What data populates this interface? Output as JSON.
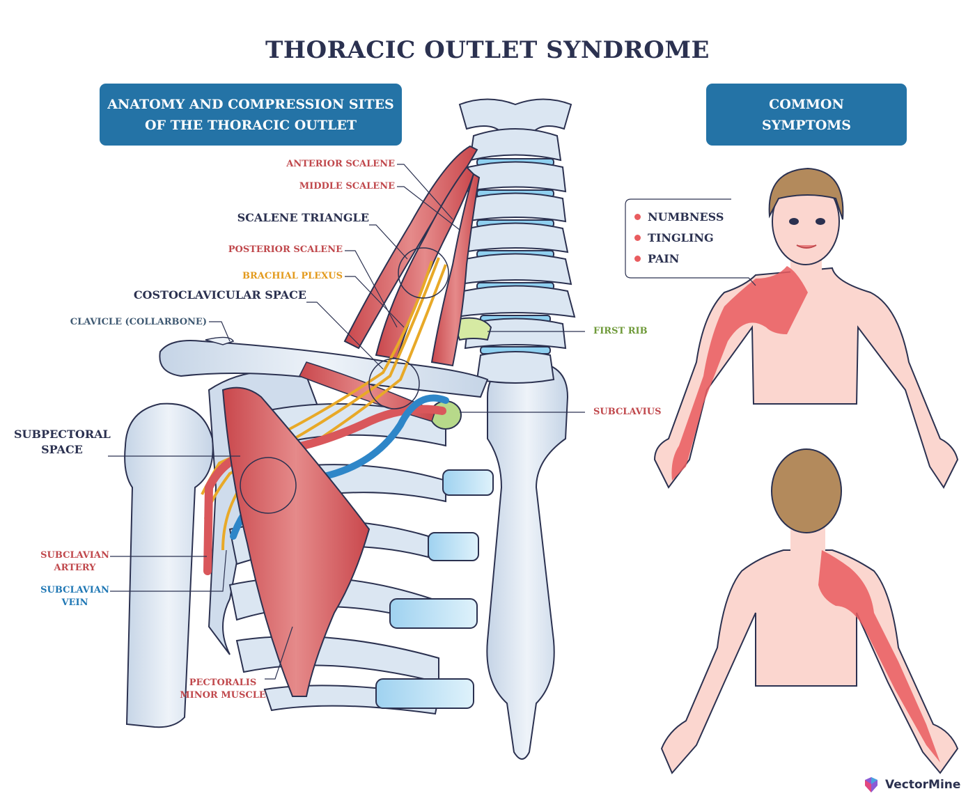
{
  "title": "THORACIC OUTLET SYNDROME",
  "banners": {
    "left": [
      "ANATOMY AND COMPRESSION SITES",
      "OF THE THORACIC OUTLET"
    ],
    "right": [
      "COMMON",
      "SYMPTOMS"
    ]
  },
  "labels": {
    "anterior_scalene": "ANTERIOR SCALENE",
    "middle_scalene": "MIDDLE SCALENE",
    "scalene_triangle": "SCALENE TRIANGLE",
    "posterior_scalene": "POSTERIOR SCALENE",
    "brachial_plexus": "BRACHIAL PLEXUS",
    "costoclavicular_space": "COSTOCLAVICULAR SPACE",
    "clavicle": "CLAVICLE (COLLARBONE)",
    "first_rib": "FIRST RIB",
    "subclavius": "SUBCLAVIUS",
    "subpectoral_space": [
      "SUBPECTORAL",
      "SPACE"
    ],
    "subclavian_artery": [
      "SUBCLAVIAN",
      "ARTERY"
    ],
    "subclavian_vein": [
      "SUBCLAVIAN",
      "VEIN"
    ],
    "pectoralis_minor": [
      "PECTORALIS",
      "MINOR MUSCLE"
    ]
  },
  "symptoms": [
    "NUMBNESS",
    "TINGLING",
    "PAIN"
  ],
  "colors": {
    "banner": "#2473a6",
    "title": "#2b3150",
    "muscle": "#d9575b",
    "nerve": "#f0b63c",
    "vein": "#2e86c8",
    "bone": "#dbe6f2",
    "skin": "#fbd6cf",
    "pain": "#e95c5f",
    "hair": "#b38a5c"
  },
  "watermark": {
    "text": "VectorMine",
    "icon": "vectormine-logo-icon"
  }
}
